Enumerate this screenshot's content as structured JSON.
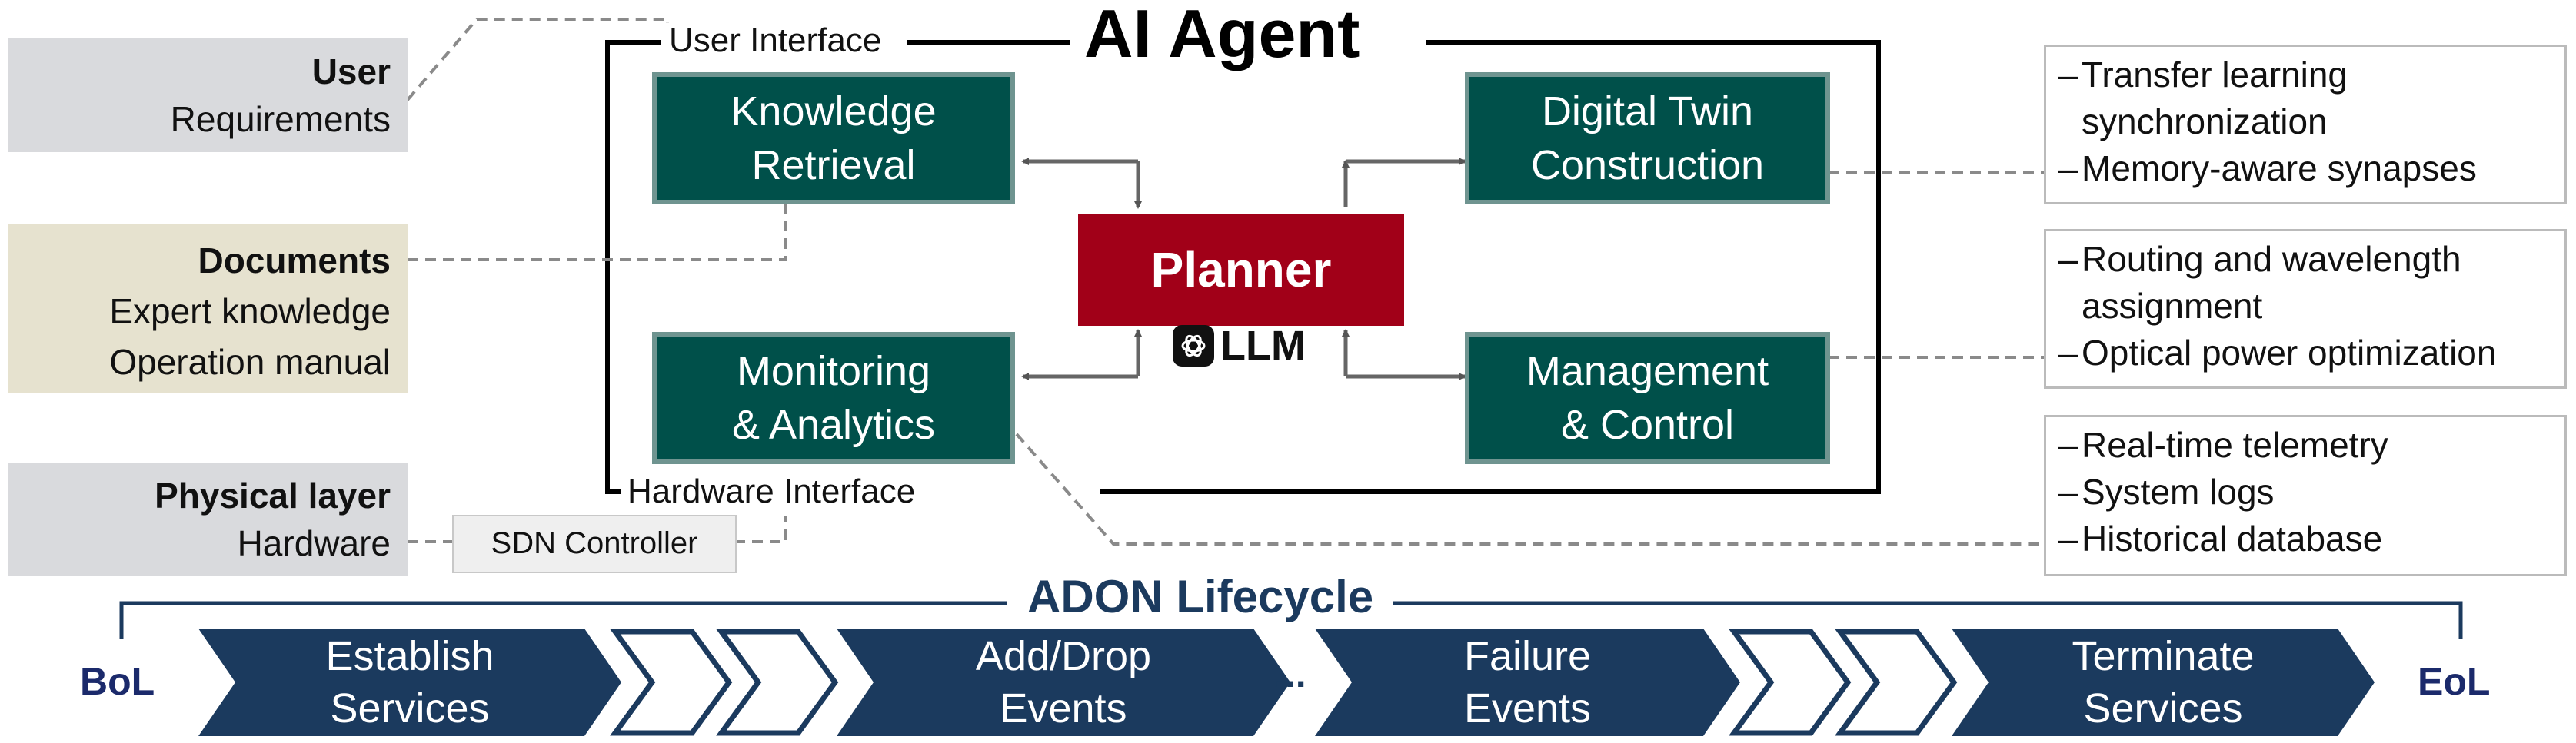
{
  "inputs": {
    "user": {
      "title": "User",
      "sub": "Requirements"
    },
    "documents": {
      "title": "Documents",
      "line1": "Expert knowledge",
      "line2": "Operation manual"
    },
    "physical": {
      "title": "Physical layer",
      "sub": "Hardware"
    }
  },
  "agent": {
    "title": "AI Agent",
    "user_interface": "User Interface",
    "hardware_interface": "Hardware Interface",
    "modules": {
      "knowledge_retrieval": [
        "Knowledge",
        "Retrieval"
      ],
      "digital_twin": [
        "Digital Twin",
        "Construction"
      ],
      "monitoring": [
        "Monitoring",
        "& Analytics"
      ],
      "management": [
        "Management",
        "& Control"
      ]
    },
    "planner": "Planner",
    "llm": "LLM"
  },
  "sdn_controller": "SDN Controller",
  "right_boxes": {
    "twin": [
      "Transfer learning",
      "synchronization",
      "Memory-aware synapses"
    ],
    "control": [
      "Routing and wavelength",
      "assignment",
      "Optical power optimization"
    ],
    "monitoring": [
      "Real-time telemetry",
      "System logs",
      "Historical database"
    ]
  },
  "lifecycle": {
    "title": "ADON Lifecycle",
    "start": "BoL",
    "end": "EoL",
    "stages": [
      [
        "Establish",
        "Services"
      ],
      [
        "Add/Drop",
        "Events"
      ],
      [
        "Failure",
        "Events"
      ],
      [
        "Terminate",
        "Services"
      ]
    ],
    "ellipsis": "..."
  },
  "colors": {
    "module": "#00504a",
    "planner": "#a10018",
    "lifecycle": "#1b3a5e",
    "input_grey": "#d9dadd",
    "input_beige": "#e6e2cf"
  }
}
